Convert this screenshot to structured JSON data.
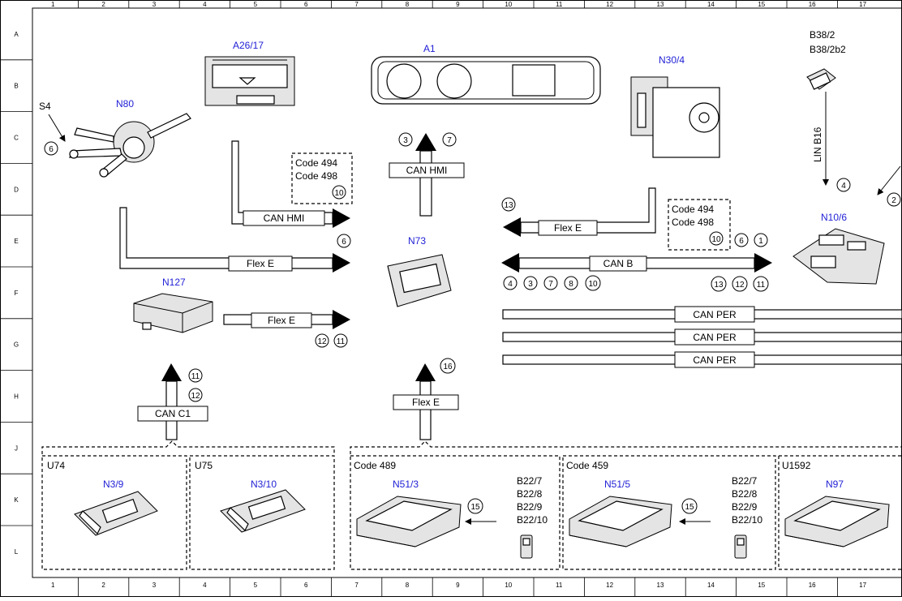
{
  "ruler": {
    "columns": [
      "1",
      "2",
      "3",
      "4",
      "5",
      "6",
      "7",
      "8",
      "9",
      "10",
      "11",
      "12",
      "13",
      "14",
      "15",
      "16",
      "17"
    ],
    "rows": [
      "A",
      "B",
      "C",
      "D",
      "E",
      "F",
      "G",
      "H",
      "J",
      "K",
      "L"
    ]
  },
  "components": {
    "a26_17": "A26/17",
    "a1": "A1",
    "n30_4": "N30/4",
    "b38_2": "B38/2",
    "b38_2b2": "B38/2b2",
    "s4": "S4",
    "n80": "N80",
    "n73": "N73",
    "n10_6": "N10/6",
    "n127": "N127",
    "n3_9": "N3/9",
    "n3_10": "N3/10",
    "n51_3": "N51/3",
    "n51_5": "N51/5",
    "n97": "N97"
  },
  "groups": {
    "u74": "U74",
    "u75": "U75",
    "code489": "Code 489",
    "code459": "Code 459",
    "u1592": "U1592"
  },
  "codes": {
    "c494": "Code 494",
    "c498": "Code 498"
  },
  "buses": {
    "can_hmi": "CAN HMI",
    "flex_e": "Flex E",
    "can_b": "CAN B",
    "can_per": "CAN PER",
    "can_c1": "CAN C1",
    "lin_b16": "LIN B16"
  },
  "sensors": {
    "b22_7": "B22/7",
    "b22_8": "B22/8",
    "b22_9": "B22/9",
    "b22_10": "B22/10"
  },
  "circles": {
    "c2": "2",
    "c3": "3",
    "c4": "4",
    "c6": "6",
    "c7": "7",
    "c8": "8",
    "c10": "10",
    "c11": "11",
    "c12": "12",
    "c13": "13",
    "c15": "15",
    "c16": "16",
    "c1": "1"
  }
}
